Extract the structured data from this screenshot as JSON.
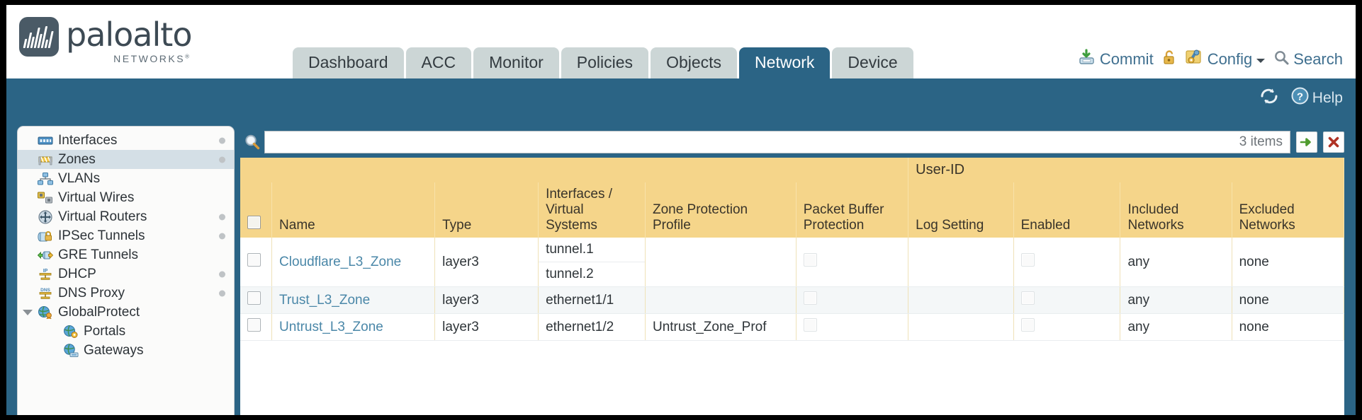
{
  "brand": {
    "name": "paloalto",
    "tagline": "NETWORKS",
    "trademark": "®"
  },
  "header": {
    "tabs": [
      {
        "label": "Dashboard",
        "active": false
      },
      {
        "label": "ACC",
        "active": false
      },
      {
        "label": "Monitor",
        "active": false
      },
      {
        "label": "Policies",
        "active": false
      },
      {
        "label": "Objects",
        "active": false
      },
      {
        "label": "Network",
        "active": true
      },
      {
        "label": "Device",
        "active": false
      }
    ],
    "actions": [
      {
        "label": "Commit",
        "icon": "commit-icon"
      },
      {
        "label": "",
        "icon": "lock-icon"
      },
      {
        "label": "Config",
        "icon": "config-icon",
        "caret": true
      },
      {
        "label": "Search",
        "icon": "search-icon"
      }
    ]
  },
  "band": {
    "refresh_icon": "refresh-icon",
    "help_label": "Help",
    "help_icon": "help-icon"
  },
  "sidebar": {
    "items": [
      {
        "label": "Interfaces",
        "icon": "interfaces-icon",
        "selected": false,
        "dot": true,
        "child": false,
        "caret": false
      },
      {
        "label": "Zones",
        "icon": "zones-icon",
        "selected": true,
        "dot": true,
        "child": false,
        "caret": false
      },
      {
        "label": "VLANs",
        "icon": "vlans-icon",
        "selected": false,
        "dot": false,
        "child": false,
        "caret": false
      },
      {
        "label": "Virtual Wires",
        "icon": "virtual-wires-icon",
        "selected": false,
        "dot": false,
        "child": false,
        "caret": false
      },
      {
        "label": "Virtual Routers",
        "icon": "virtual-routers-icon",
        "selected": false,
        "dot": true,
        "child": false,
        "caret": false
      },
      {
        "label": "IPSec Tunnels",
        "icon": "ipsec-tunnels-icon",
        "selected": false,
        "dot": true,
        "child": false,
        "caret": false
      },
      {
        "label": "GRE Tunnels",
        "icon": "gre-tunnels-icon",
        "selected": false,
        "dot": false,
        "child": false,
        "caret": false
      },
      {
        "label": "DHCP",
        "icon": "dhcp-icon",
        "selected": false,
        "dot": true,
        "child": false,
        "caret": false
      },
      {
        "label": "DNS Proxy",
        "icon": "dns-proxy-icon",
        "selected": false,
        "dot": true,
        "child": false,
        "caret": false
      },
      {
        "label": "GlobalProtect",
        "icon": "globalprotect-icon",
        "selected": false,
        "dot": false,
        "child": false,
        "caret": true
      },
      {
        "label": "Portals",
        "icon": "portals-icon",
        "selected": false,
        "dot": false,
        "child": true,
        "caret": false
      },
      {
        "label": "Gateways",
        "icon": "gateways-icon",
        "selected": false,
        "dot": false,
        "child": true,
        "caret": false
      }
    ]
  },
  "search": {
    "value": "",
    "placeholder": "",
    "item_count": "3 items",
    "apply_icon": "apply-filter-icon",
    "clear_icon": "clear-filter-icon",
    "magnifier_icon": "magnifier-icon"
  },
  "table": {
    "group_header": "User-ID",
    "columns": [
      "Name",
      "Type",
      "Interfaces / Virtual Systems",
      "Zone Protection Profile",
      "Packet Buffer Protection",
      "Log Setting",
      "Enabled",
      "Included Networks",
      "Excluded Networks"
    ],
    "rows": [
      {
        "selected": false,
        "name": "Cloudflare_L3_Zone",
        "type": "layer3",
        "interfaces": [
          "tunnel.1",
          "tunnel.2"
        ],
        "zone_protection_profile": "",
        "packet_buffer_protection": false,
        "log_setting": "",
        "userid_enabled": false,
        "included_networks": "any",
        "excluded_networks": "none"
      },
      {
        "selected": false,
        "name": "Trust_L3_Zone",
        "type": "layer3",
        "interfaces": [
          "ethernet1/1"
        ],
        "zone_protection_profile": "",
        "packet_buffer_protection": false,
        "log_setting": "",
        "userid_enabled": false,
        "included_networks": "any",
        "excluded_networks": "none"
      },
      {
        "selected": false,
        "name": "Untrust_L3_Zone",
        "type": "layer3",
        "interfaces": [
          "ethernet1/2"
        ],
        "zone_protection_profile": "Untrust_Zone_Prof",
        "packet_buffer_protection": false,
        "log_setting": "",
        "userid_enabled": false,
        "included_networks": "any",
        "excluded_networks": "none"
      }
    ]
  },
  "colors": {
    "brand_blue": "#2b6485",
    "header_amber": "#f5d58a",
    "group_amber": "#e8bf62",
    "link_blue": "#4a87a8",
    "tab_inactive": "#ccd6d6"
  }
}
